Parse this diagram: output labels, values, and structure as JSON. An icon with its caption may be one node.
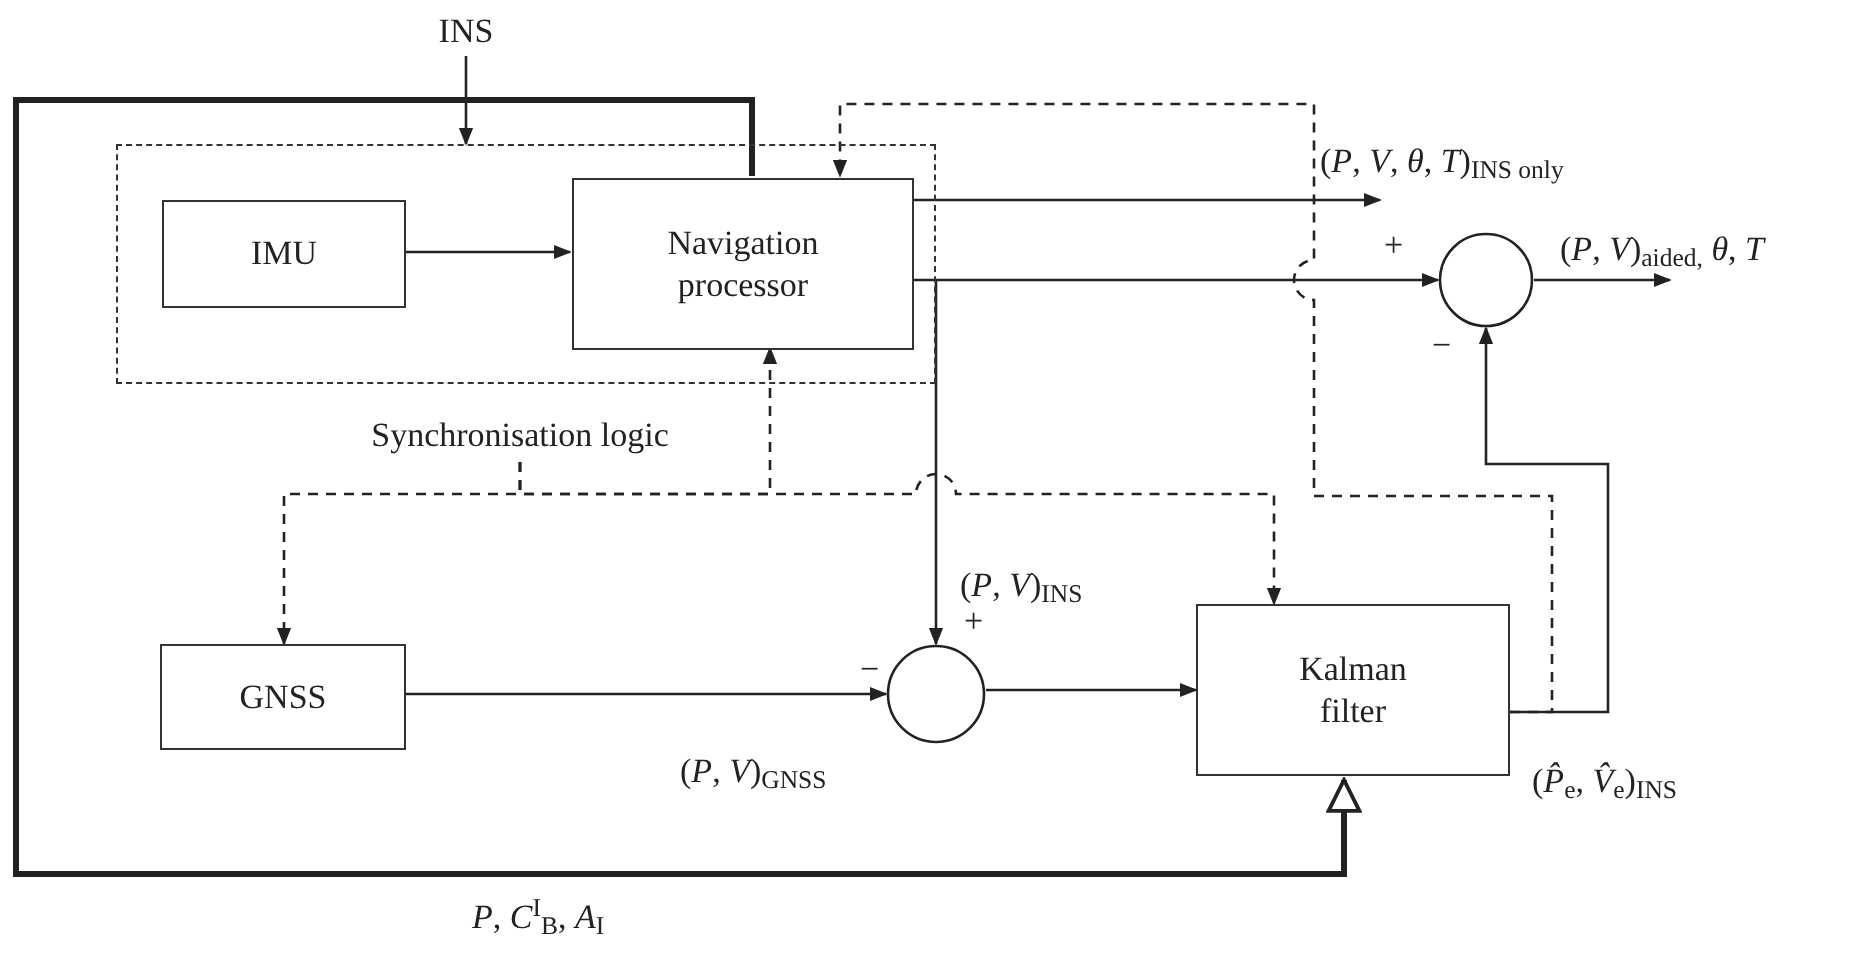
{
  "diagram": {
    "nodes": [
      {
        "text": [
          "INS"
        ]
      },
      {
        "text": [],
        "shape": "box"
      },
      {
        "text": [
          "IMU"
        ],
        "in": 1
      },
      {
        "text": [
          "Navigation processor"
        ],
        "in": 1
      },
      {
        "text": [
          "Synchronisation logic"
        ]
      },
      {
        "text": [
          "GNSS"
        ]
      },
      {
        "text": [],
        "shape": "circle"
      },
      {
        "text": [
          "Kalman filter"
        ]
      },
      {
        "text": [],
        "shape": "circle"
      }
    ],
    "edges": [
      {
        "from": 0,
        "to": 1,
        "arrow": "to"
      },
      {
        "from": 2,
        "to": 3,
        "arrow": "to"
      },
      {
        "from": 4,
        "to": 3,
        "arrow": "to",
        "style": "dashed"
      },
      {
        "from": 4,
        "to": 5,
        "arrow": "to",
        "style": "dashed"
      },
      {
        "from": 4,
        "to": 7,
        "arrow": "to",
        "style": "dashed"
      },
      {
        "from": 3,
        "to": null,
        "arrow": "to",
        "label": "(*P*, *V*, *θ*, *T*)$_{INS only}$"
      },
      {
        "from": 3,
        "to": 8,
        "arrow": "to"
      },
      {
        "from": 3,
        "to": 6,
        "arrow": "to",
        "label": "(*P*, *V*)$_{INS}$"
      },
      {
        "from": 5,
        "to": 6,
        "arrow": "to",
        "label": "(*P*, *V*)$_{GNSS}$"
      },
      {
        "from": 6,
        "to": 7,
        "arrow": "to"
      },
      {
        "from": 7,
        "to": 8,
        "arrow": "to",
        "label": "(*P̂*$_{e}$, *V̂*$_{e}$)$_{INS}$"
      },
      {
        "from": 7,
        "to": 3,
        "arrow": "to",
        "style": "dashed"
      },
      {
        "from": 8,
        "to": null,
        "arrow": "to",
        "label": "(*P*, *V*)$_{aided,}$ *θ*, *T*"
      },
      {
        "from": 3,
        "to": 7,
        "arrow": "to",
        "style": "thick",
        "label": "*P*, *C*$^{I}$$_{B}$, *A*$_{I}$"
      }
    ],
    "labels": [
      "+",
      "−",
      "+",
      "−"
    ]
  }
}
